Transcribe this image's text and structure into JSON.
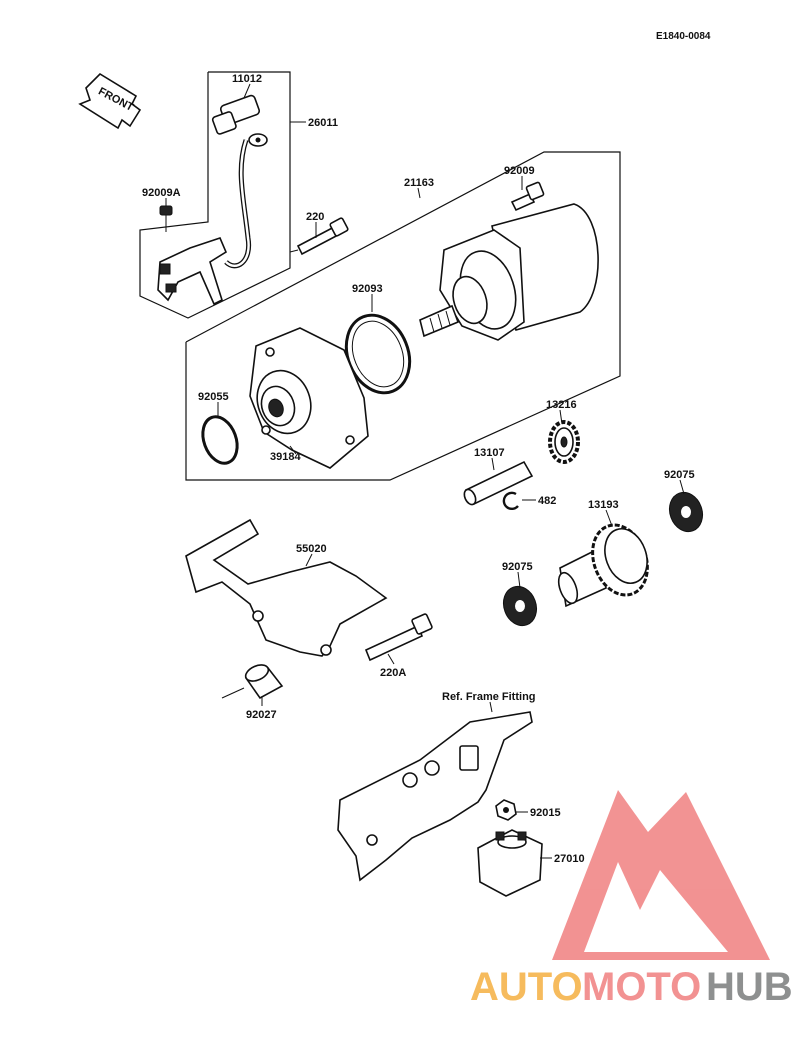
{
  "diagram_code": "E1840-0084",
  "front_label": "FRONT",
  "ref_note": "Ref. Frame Fitting",
  "parts": {
    "p11012": "11012",
    "p26011": "26011",
    "p92009A": "92009A",
    "p21163": "21163",
    "p92009": "92009",
    "p220": "220",
    "p92093": "92093",
    "p92055": "92055",
    "p39184": "39184",
    "p13216": "13216",
    "p13107": "13107",
    "p482": "482",
    "p92075a": "92075",
    "p13193": "13193",
    "p92075b": "92075",
    "p55020": "55020",
    "p220A": "220A",
    "p92027": "92027",
    "p92015": "92015",
    "p27010": "27010"
  },
  "watermark": {
    "part1": "AUTO",
    "part2": "MOTO",
    "part3": "HUB",
    "color_auto": "#f5b041",
    "color_moto": "#f08080",
    "color_hub": "#7b7d7d",
    "triangle_color": "#f08080"
  }
}
